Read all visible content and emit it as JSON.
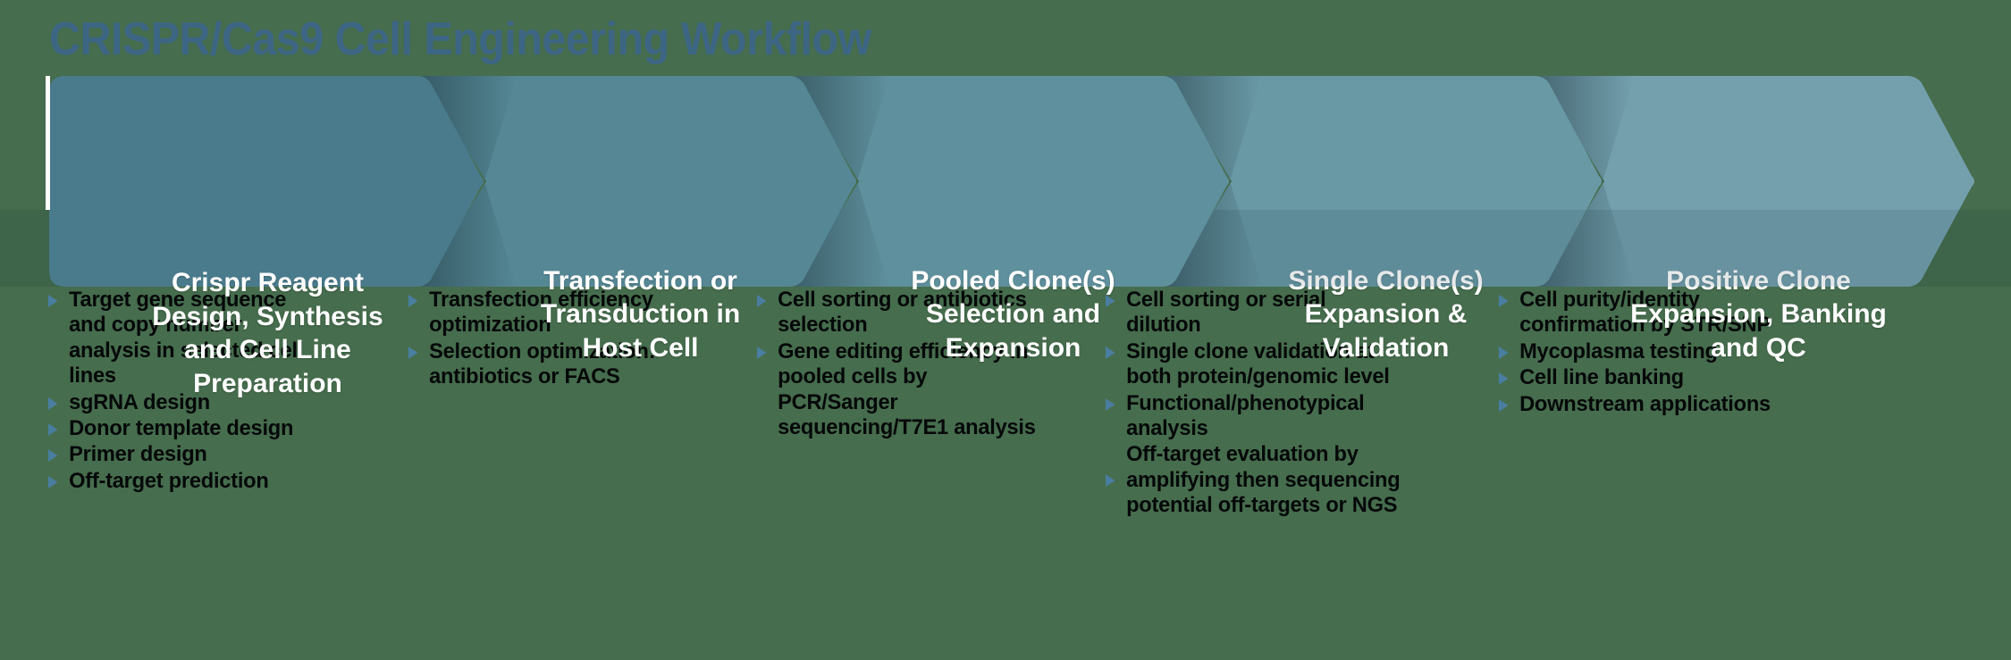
{
  "page": {
    "background_color": "#466d4d",
    "title": "CRISPR/Cas9 Cell Engineering Workflow",
    "title_color": "#3d6584"
  },
  "palette": {
    "chevron_1": "#4a7b8c",
    "chevron_2": "#558795",
    "chevron_3": "#5f909d",
    "chevron_4": "#6a99a6",
    "chevron_5": "#74a0ae",
    "bullet_marker": "#4a7ea0",
    "label_text": "#ffffff",
    "bullet_text": "#050809"
  },
  "flow": {
    "stages": [
      {
        "index": 1,
        "label": "Crispr Reagent\nDesign, Synthesis\nand Cell Line\nPreparation",
        "fill": "#4a7b8c",
        "bullets": [
          {
            "text": "Target gene sequence and copy number analysis in selected cell lines",
            "marker": true
          },
          {
            "text": "sgRNA design",
            "marker": true
          },
          {
            "text": "Donor template design",
            "marker": true
          },
          {
            "text": "Primer design",
            "marker": true
          },
          {
            "text": "Off-target prediction",
            "marker": true
          }
        ]
      },
      {
        "index": 2,
        "label": "Transfection or\nTransduction in\nHost Cell",
        "fill": "#558795",
        "bullets": [
          {
            "text": "Transfection efficiency optimization",
            "marker": true
          },
          {
            "text": "Selection optimization: antibiotics or FACS",
            "marker": true
          }
        ]
      },
      {
        "index": 3,
        "label": "Pooled Clone(s)\nSelection and\nExpansion",
        "fill": "#5f909d",
        "bullets": [
          {
            "text": "Cell sorting or antibiotics selection",
            "marker": true
          },
          {
            "text": "Gene editing efficiency in pooled cells by PCR/Sanger sequencing/T7E1 analysis",
            "marker": true
          }
        ]
      },
      {
        "index": 4,
        "label": "Single Clone(s)\nExpansion &\nValidation",
        "fill": "#6a99a6",
        "bullets": [
          {
            "text": "Cell sorting or serial dilution",
            "marker": true
          },
          {
            "text": "Single clone validation at both protein/genomic level",
            "marker": true
          },
          {
            "text": "Functional/phenotypical analysis",
            "marker": true
          },
          {
            "text": "Off-target evaluation by amplifying then sequencing potential off-targets or NGS",
            "marker": true,
            "marker_low": true
          }
        ]
      },
      {
        "index": 5,
        "label": "Positive Clone\nExpansion, Banking\nand QC",
        "fill": "#74a0ae",
        "bullets": [
          {
            "text": "Cell purity/identity confirmation by STR/SNP",
            "marker": true
          },
          {
            "text": "Mycoplasma testing",
            "marker": true
          },
          {
            "text": "Cell line banking",
            "marker": true
          },
          {
            "text": "Downstream applications",
            "marker": true
          }
        ]
      }
    ]
  }
}
